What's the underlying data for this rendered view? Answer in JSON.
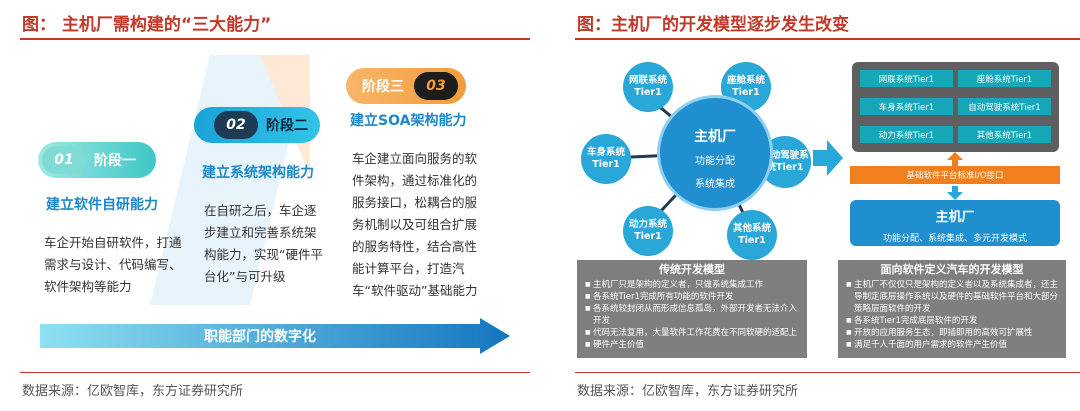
{
  "left": {
    "title": "图： 主机厂需构建的“三大能力”",
    "source": "数据来源：亿欧智库，东方证券研究所",
    "stages": [
      {
        "badge": "01",
        "label": "阶段一",
        "heading": "建立软件自研能力",
        "text": "车企开始自研软件，打通需求与设计、代码编写、软件架构等能力"
      },
      {
        "badge": "02",
        "label": "阶段二",
        "heading": "建立系统架构能力",
        "text": "在自研之后，车企逐步建立和完善系统架构能力，实现“硬件平台化”与可升级"
      },
      {
        "badge": "03",
        "label": "阶段三",
        "heading": "建立SOA架构能力",
        "text": "车企建立面向服务的软件架构，通过标准化的服务接口，松耦合的服务机制以及可组合扩展的服务特性，结合高性能计算平台，打造汽车“软件驱动”基础能力"
      }
    ],
    "arrow_label": "职能部门的数字化",
    "colors": {
      "teal": "#3ec6c6",
      "blue": "#1e88c7",
      "orange": "#f39c3a",
      "red": "#c0392b"
    }
  },
  "right": {
    "title": "图：主机厂的开发模型逐步发生改变",
    "source": "数据来源：亿欧智库，东方证券研究所",
    "center": {
      "title": "主机厂",
      "line1": "功能分配",
      "line2": "系统集成"
    },
    "satellites": [
      "网联系统Tier1",
      "座舱系统Tier1",
      "自动驾驶系统Tier1",
      "其他系统Tier1",
      "动力系统Tier1",
      "车身系统Tier1"
    ],
    "traditional": {
      "heading": "传统开发模型",
      "items": [
        "主机厂只是架构的定义者，只做系统集成工作",
        "各系统Tier1完成所有功能的软件开发",
        "各系统较封闭从而形成信息孤岛，外部开发者无法介入开发",
        "代码无法复用，大量软件工作花费在不同软硬的适配上",
        "硬件产生价值"
      ]
    },
    "tiers": [
      "网联系统Tier1",
      "座舱系统Tier1",
      "车身系统Tier1",
      "自动驾驶系统Tier1",
      "动力系统Tier1",
      "其他系统Tier1"
    ],
    "platform_bar": "基础软件平台标准I/O接口",
    "host": {
      "title": "主机厂",
      "subtitle": "功能分配、系统集成、多元开发模式"
    },
    "software_defined": {
      "heading": "面向软件定义汽车的开发模型",
      "items": [
        "主机厂不仅仅只是架构的定义者以及系统集成者，还主导制定底层操作系统以及硬件的基础软件平台和大部分策略层面软件的开发",
        "各系统Tier1完成底层软件的开发",
        "开放的应用服务生态，即插即用的高效可扩展性",
        "满足千人千面的用户需求的软件产生价值"
      ]
    }
  }
}
